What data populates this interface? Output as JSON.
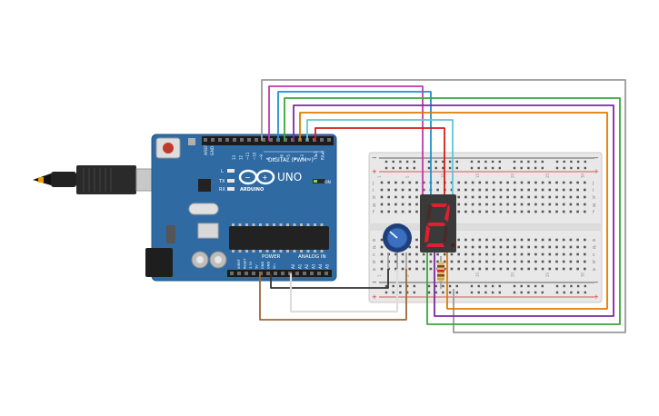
{
  "arduino": {
    "brand": "ARDUINO",
    "model": "UNO",
    "digital_label": "DIGITAL (PWM~)",
    "power_label": "POWER",
    "analog_label": "ANALOG IN",
    "on_label": "ON",
    "led_l": "L",
    "led_tx": "TX",
    "led_rx": "RX",
    "aref": "AREF",
    "gnd": "GND",
    "digital_pins": [
      "13",
      "12",
      "~11",
      "~10",
      "~9",
      "8",
      "7",
      "~6",
      "~5",
      "4",
      "~3",
      "2",
      "TX▸1",
      "RX◂0"
    ],
    "power_pins": [
      "IOREF",
      "RESET",
      "3.3V",
      "5V",
      "GND",
      "GND",
      "Vin"
    ],
    "analog_pins": [
      "A0",
      "A1",
      "A2",
      "A3",
      "A4",
      "A5"
    ]
  },
  "breadboard": {
    "row_letters_top": [
      "j",
      "i",
      "h",
      "g",
      "f"
    ],
    "row_letters_bottom": [
      "e",
      "d",
      "c",
      "b",
      "a"
    ],
    "column_numbers": [
      "1",
      "5",
      "10",
      "15",
      "20",
      "25",
      "30"
    ]
  },
  "display": {
    "digit": "2"
  },
  "colors": {
    "board": "#2f6aa3",
    "wire_red": "#d81b1b",
    "wire_orange": "#e07b00",
    "wire_green": "#3aa83a",
    "wire_purple": "#7b2aa0",
    "wire_magenta": "#c03aa8",
    "wire_blue": "#1f8fd0",
    "wire_cyan": "#5bc8d8",
    "wire_gray": "#9a9a9a",
    "wire_brown": "#9a6a3a",
    "wire_black": "#333333",
    "wire_white": "#dddddd",
    "segment_on": "#e02030"
  }
}
